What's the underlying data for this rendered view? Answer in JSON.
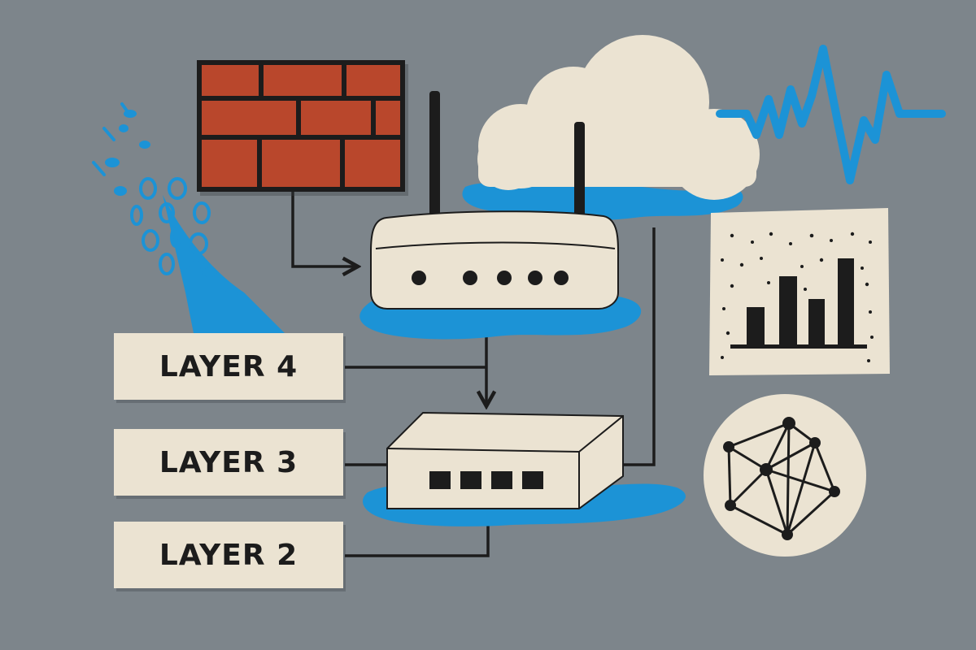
{
  "colors": {
    "background": "#7d858b",
    "paper": "#ebe3d2",
    "brick": "#b9472c",
    "accent_blue": "#1c93d6",
    "ink": "#1c1c1c"
  },
  "layers": [
    {
      "label": "LAYER 4"
    },
    {
      "label": "LAYER 3"
    },
    {
      "label": "LAYER 2"
    }
  ],
  "icons": [
    "firewall-icon",
    "cloud-icon",
    "router-icon",
    "switch-icon",
    "bar-chart-icon",
    "network-graph-icon",
    "signal-wave-icon",
    "data-stream-icon"
  ]
}
